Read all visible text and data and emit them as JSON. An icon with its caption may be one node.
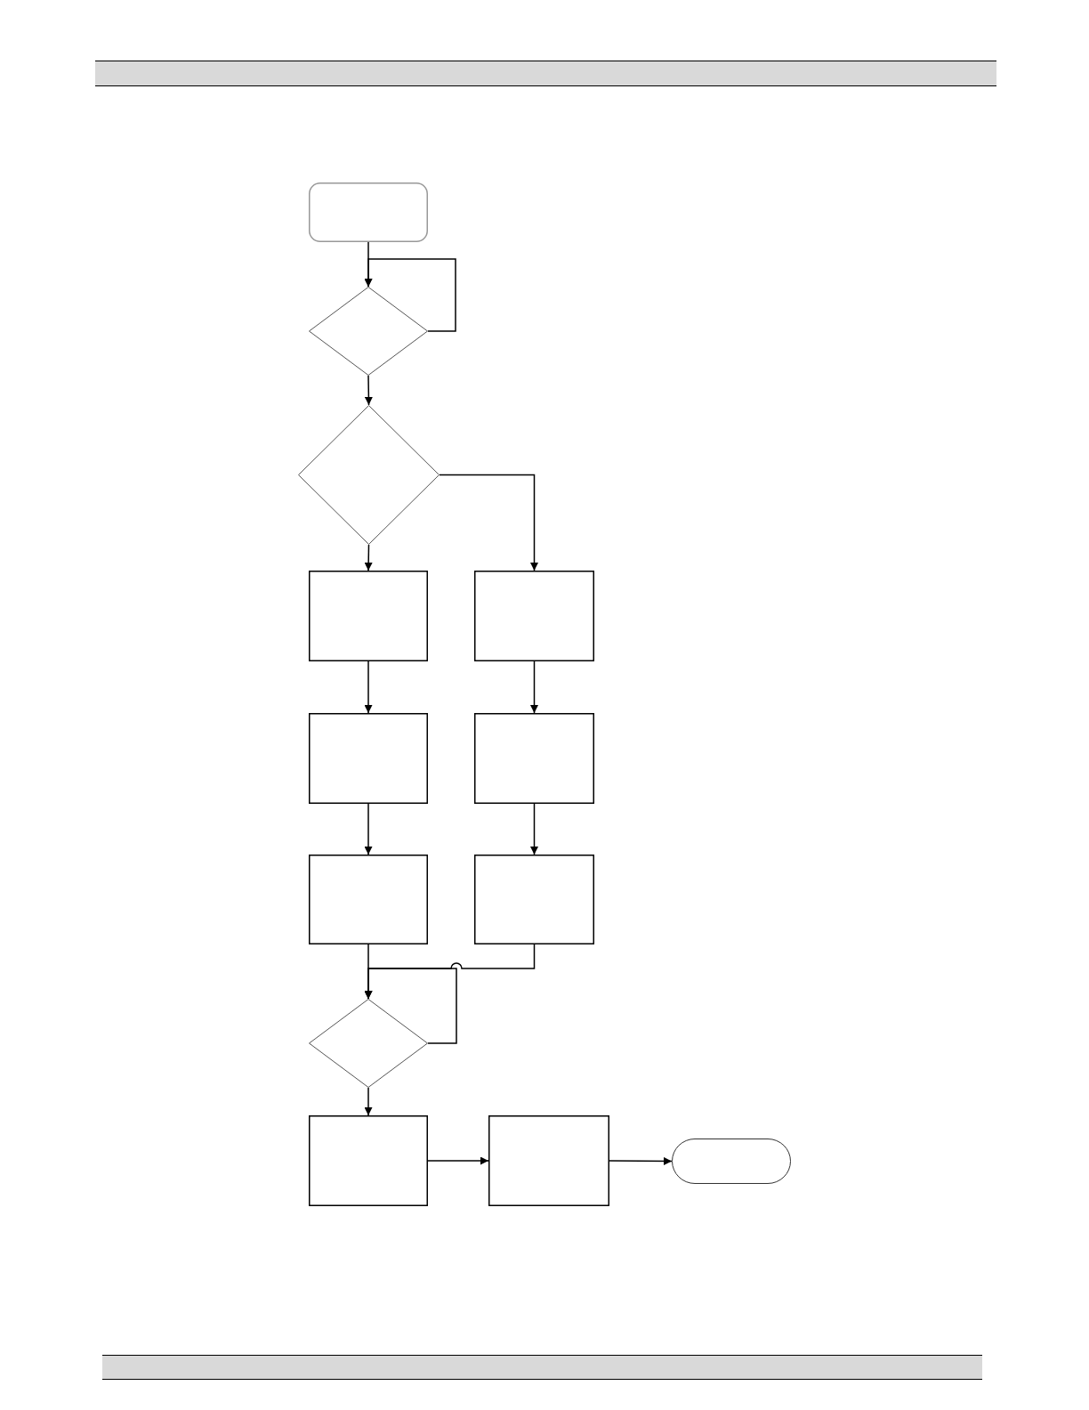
{
  "diagram": {
    "nodes": [
      {
        "text": [],
        "shape": "box"
      },
      {
        "text": [],
        "shape": "diamond"
      },
      {
        "text": [],
        "shape": "diamond"
      },
      {
        "text": [],
        "shape": "box"
      },
      {
        "text": [],
        "shape": "box"
      },
      {
        "text": [],
        "shape": "box"
      },
      {
        "text": [],
        "shape": "box"
      },
      {
        "text": [],
        "shape": "box"
      },
      {
        "text": [],
        "shape": "box"
      },
      {
        "text": [],
        "shape": "diamond"
      },
      {
        "text": [],
        "shape": "box"
      },
      {
        "text": [],
        "shape": "box"
      },
      {
        "text": [],
        "shape": "terminator"
      }
    ],
    "edges": [
      {
        "from": 0,
        "to": 1,
        "arrow": "to"
      },
      {
        "from": 1,
        "to": 1,
        "arrow": "to"
      },
      {
        "from": 1,
        "to": 2,
        "arrow": "to"
      },
      {
        "from": 2,
        "to": 3,
        "arrow": "to"
      },
      {
        "from": 2,
        "to": 4,
        "arrow": "to"
      },
      {
        "from": 3,
        "to": 5,
        "arrow": "to"
      },
      {
        "from": 5,
        "to": 7,
        "arrow": "to"
      },
      {
        "from": 4,
        "to": 6,
        "arrow": "to"
      },
      {
        "from": 6,
        "to": 8,
        "arrow": "to"
      },
      {
        "from": 7,
        "to": 9,
        "arrow": "to"
      },
      {
        "from": 8,
        "to": 9,
        "arrow": "to"
      },
      {
        "from": 9,
        "to": 9,
        "arrow": "to"
      },
      {
        "from": 9,
        "to": 10,
        "arrow": "to"
      },
      {
        "from": 10,
        "to": 11,
        "arrow": "to"
      },
      {
        "from": 11,
        "to": 12,
        "arrow": "to"
      }
    ]
  }
}
